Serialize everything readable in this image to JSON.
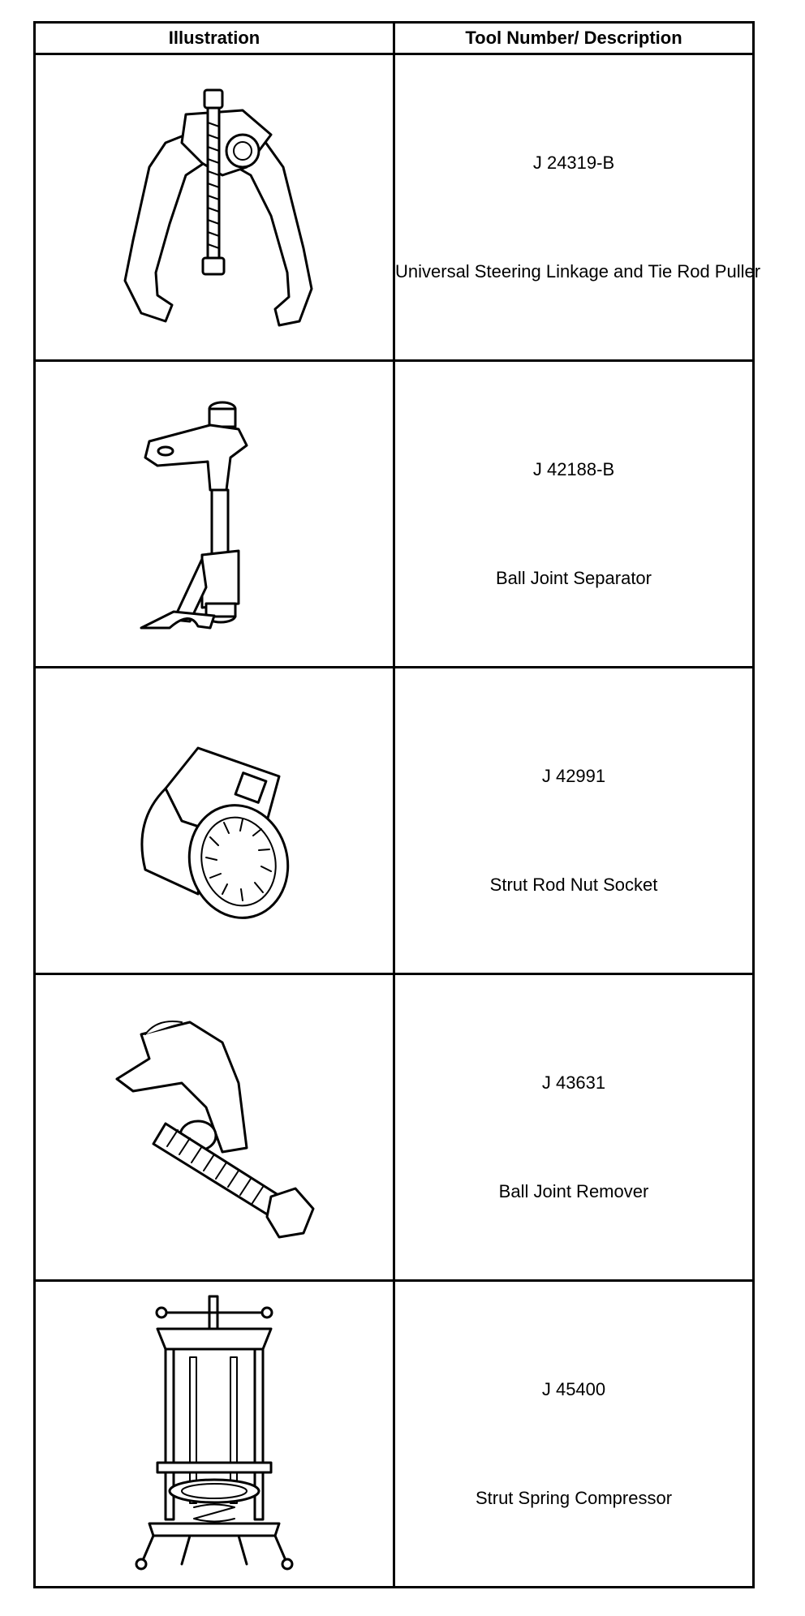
{
  "table": {
    "headers": [
      "Illustration",
      "Tool Number/ Description"
    ],
    "rows": [
      {
        "number": "J 24319-B",
        "description": "Universal Steering Linkage and Tie Rod Puller",
        "icon": "tie-rod-puller-illustration"
      },
      {
        "number": "J 42188-B",
        "description": "Ball Joint Separator",
        "icon": "ball-joint-separator-illustration"
      },
      {
        "number": "J 42991",
        "description": "Strut Rod Nut Socket",
        "icon": "strut-rod-nut-socket-illustration"
      },
      {
        "number": "J 43631",
        "description": "Ball Joint Remover",
        "icon": "ball-joint-remover-illustration"
      },
      {
        "number": "J 45400",
        "description": "Strut Spring Compressor",
        "icon": "strut-spring-compressor-illustration"
      }
    ]
  }
}
